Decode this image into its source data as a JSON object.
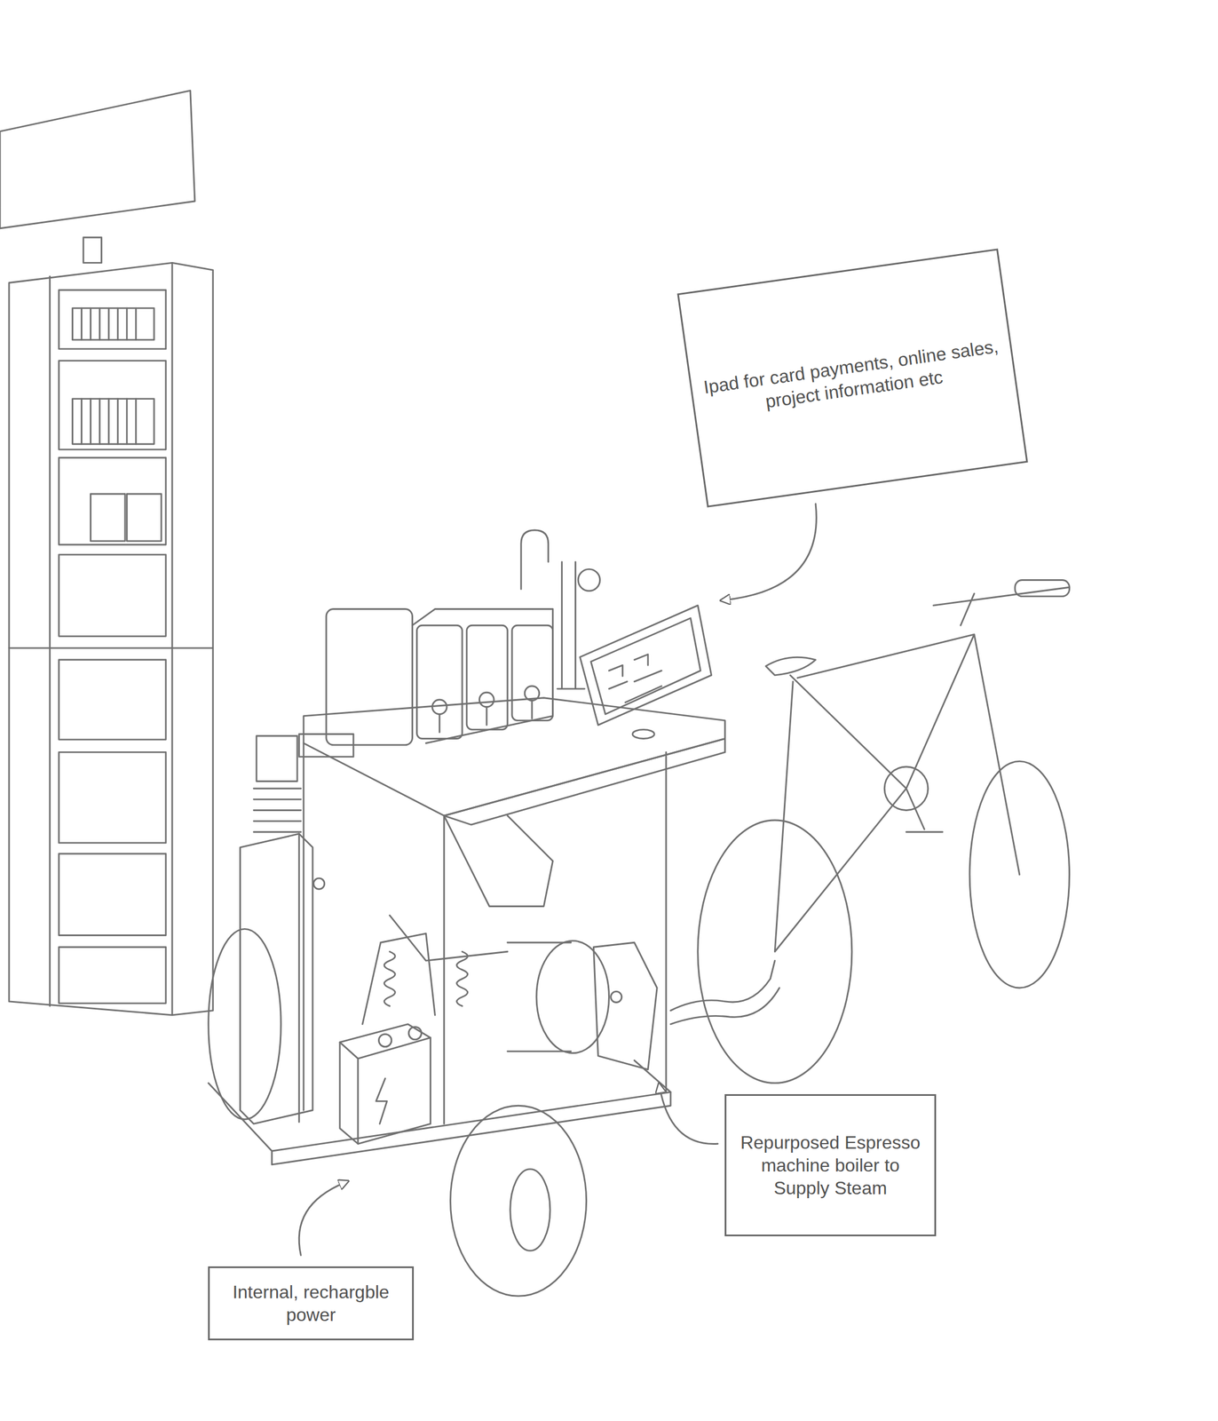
{
  "diagram": {
    "nodes": [
      {
        "text": [
          "Ipad for card payments, online sales, project information etc"
        ]
      },
      {
        "text": [
          "Repurposed Espresso machine boiler to Supply Steam"
        ]
      },
      {
        "text": [
          "Internal, rechargble power"
        ]
      }
    ]
  }
}
